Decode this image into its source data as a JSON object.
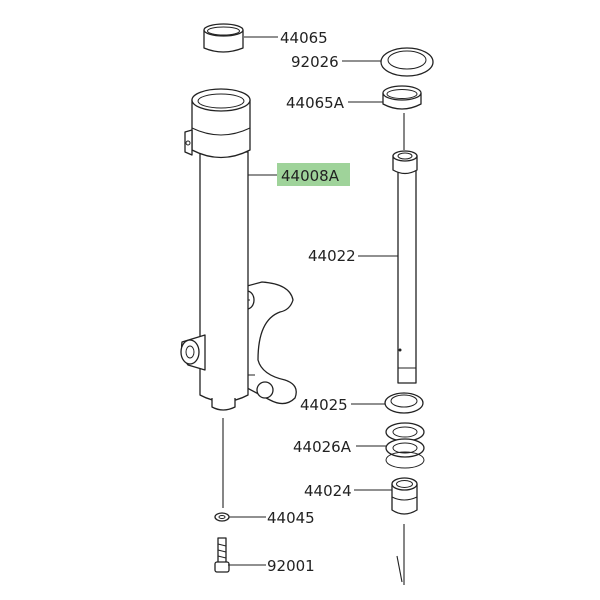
{
  "highlight_color": "#9fd39a",
  "parts": [
    {
      "number": "44065"
    },
    {
      "number": "92026"
    },
    {
      "number": "44065A"
    },
    {
      "number": "44008A",
      "highlighted": true
    },
    {
      "number": "44022"
    },
    {
      "number": "44025"
    },
    {
      "number": "44026A"
    },
    {
      "number": "44024"
    },
    {
      "number": "44045"
    },
    {
      "number": "92001"
    }
  ]
}
